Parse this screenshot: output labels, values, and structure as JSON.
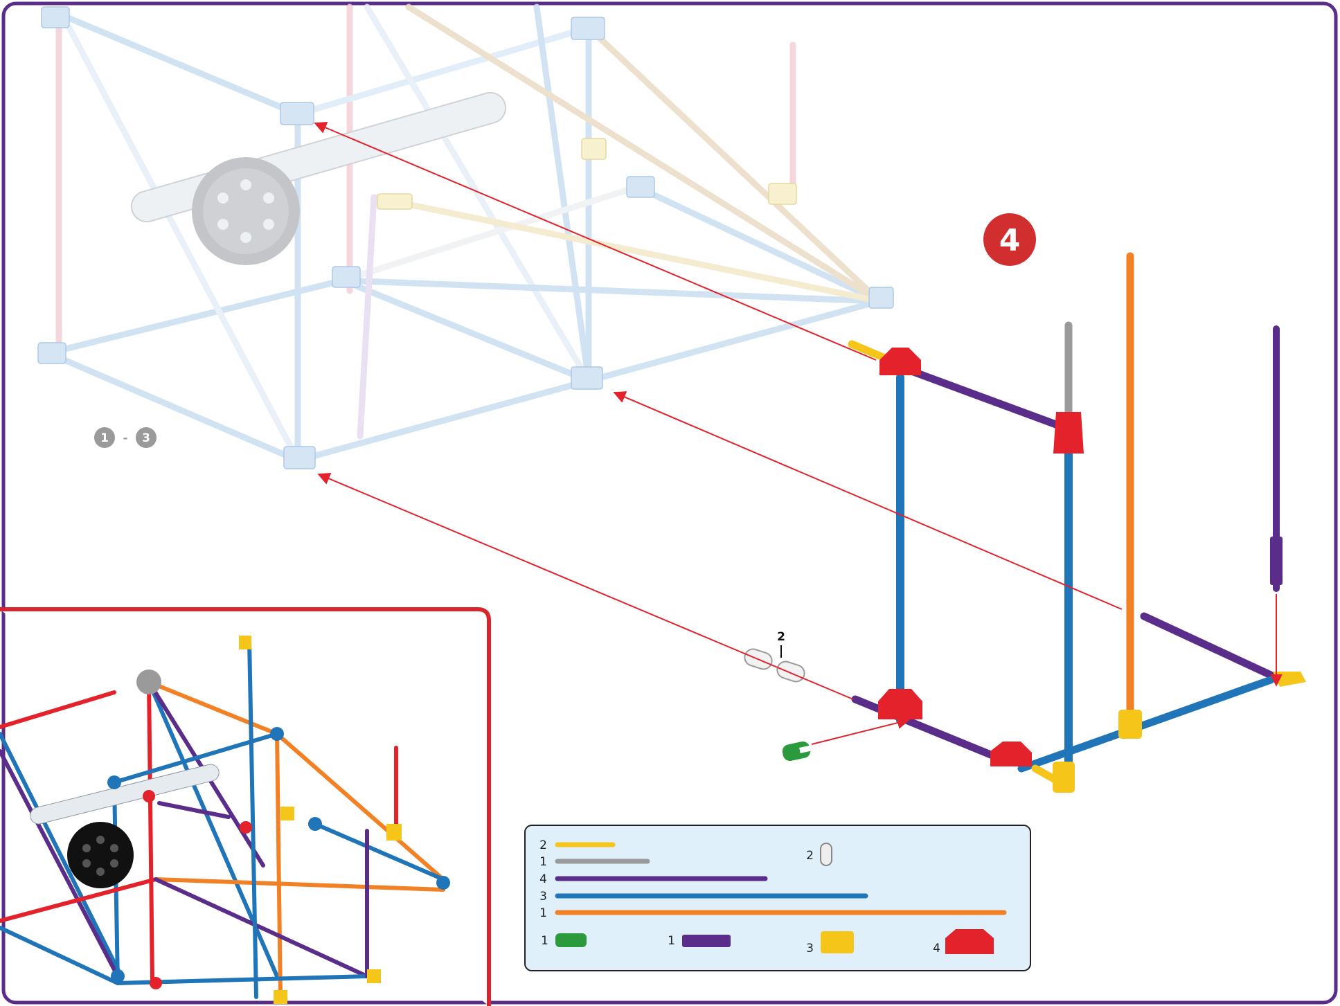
{
  "step": {
    "number": "4",
    "color": "#d12f2f"
  },
  "previous_steps": {
    "from": "1",
    "separator": "-",
    "to": "3"
  },
  "callout": {
    "quantity": "2"
  },
  "colors": {
    "frame": "#5b2d8a",
    "inset_border": "#d7262e",
    "legend_bg": "#dff0fa",
    "rod_yellow": "#f6c519",
    "rod_gray": "#9a9a9a",
    "rod_purple": "#5b2d8a",
    "rod_blue": "#1f75b8",
    "rod_orange": "#f28024",
    "connector_red": "#e3222b",
    "clip_green": "#2b9a3c",
    "arrow": "#e3222b"
  },
  "parts_list": {
    "rods": [
      {
        "quantity": "2",
        "color_name": "yellow",
        "icon": "yellow-rod-icon"
      },
      {
        "quantity": "1",
        "color_name": "gray",
        "icon": "gray-rod-icon"
      },
      {
        "quantity": "4",
        "color_name": "purple",
        "icon": "purple-rod-icon"
      },
      {
        "quantity": "3",
        "color_name": "blue",
        "icon": "blue-rod-icon"
      },
      {
        "quantity": "1",
        "color_name": "orange",
        "icon": "orange-rod-icon"
      }
    ],
    "spacer": {
      "quantity": "2",
      "icon": "gray-spacer-icon"
    },
    "connectors": [
      {
        "quantity": "1",
        "icon": "green-clip-icon"
      },
      {
        "quantity": "1",
        "icon": "purple-rod-connector-icon"
      },
      {
        "quantity": "3",
        "icon": "yellow-connector-icon"
      },
      {
        "quantity": "4",
        "icon": "red-connector-icon"
      }
    ]
  }
}
